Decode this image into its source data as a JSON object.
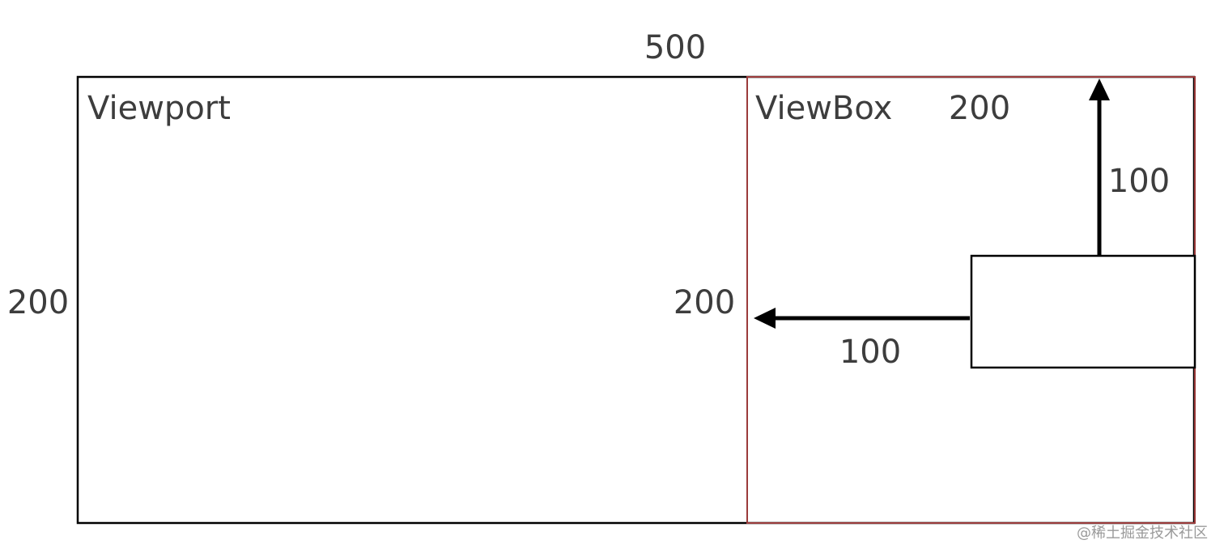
{
  "diagram": {
    "viewport_label": "Viewport",
    "viewbox_label": "ViewBox",
    "viewport_width_label": "500",
    "viewport_height_label": "200",
    "viewbox_height_label": "200",
    "viewbox_width_label": "200",
    "offset_y_label": "100",
    "offset_x_label": "100"
  },
  "watermark": "@稀土掘金技术社区",
  "colors": {
    "viewport_border": "#000000",
    "viewbox_border": "#9b3b3b",
    "text": "#3d3d3d",
    "arrow": "#000000"
  }
}
